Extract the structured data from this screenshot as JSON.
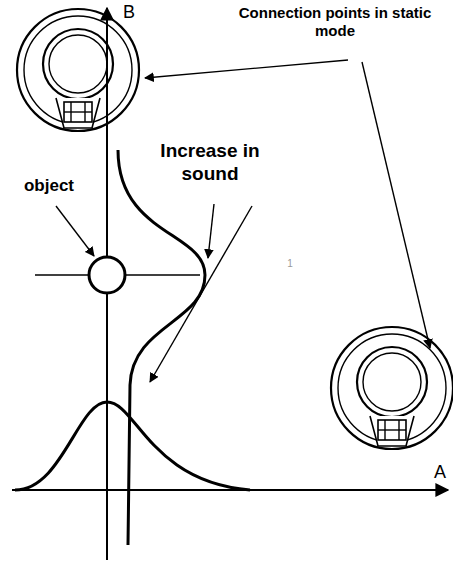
{
  "diagram": {
    "labels": [
      "B",
      "Connection points in static mode",
      "object",
      "Increase in sound",
      "1",
      "A"
    ]
  }
}
